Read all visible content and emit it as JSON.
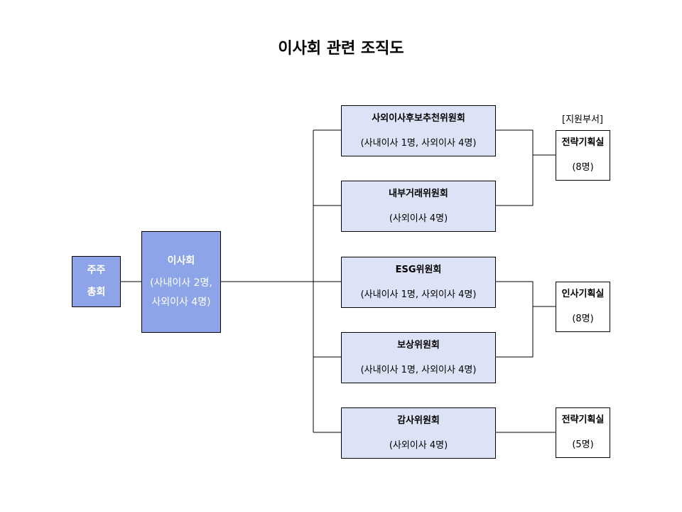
{
  "title": "이사회 관련 조직도",
  "shareholders": {
    "line1": "주주",
    "line2": "총회"
  },
  "board": {
    "name": "이사회",
    "detail1": "(사내이사 2명,",
    "detail2": "사외이사 4명)"
  },
  "committees": [
    {
      "name": "사외이사후보추천위원회",
      "members": "(사내이사 1명, 사외이사 4명)"
    },
    {
      "name": "내부거래위원회",
      "members": "(사외이사 4명)"
    },
    {
      "name": "ESG위원회",
      "members": "(사내이사 1명, 사외이사 4명)"
    },
    {
      "name": "보상위원회",
      "members": "(사내이사 1명, 사외이사 4명)"
    },
    {
      "name": "감사위원회",
      "members": "(사외이사 4명)"
    }
  ],
  "support_label": "[지원부서]",
  "support_units": [
    {
      "name": "전략기획실",
      "count": "(8명)"
    },
    {
      "name": "인사기획실",
      "count": "(8명)"
    },
    {
      "name": "전략기획실",
      "count": "(5명)"
    }
  ],
  "colors": {
    "primary_box": "#8ea4e9",
    "committee_box": "#dde3f6",
    "line": "#000000"
  }
}
